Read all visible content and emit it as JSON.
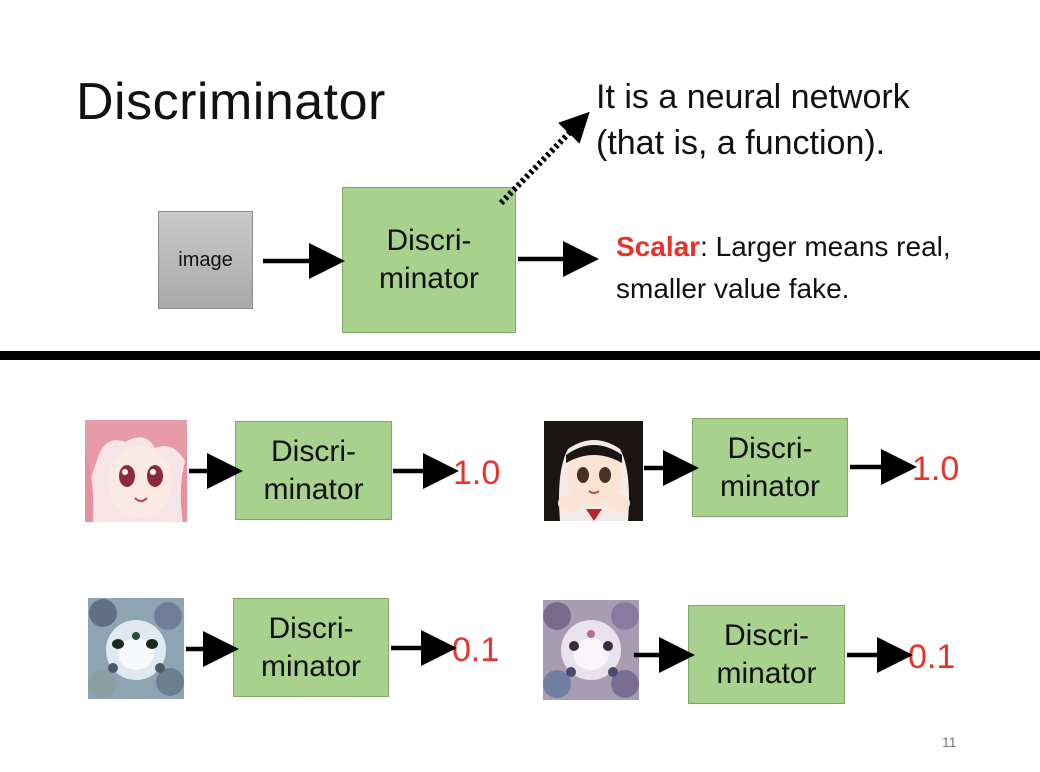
{
  "slide": {
    "title": "Discriminator",
    "note": "It is a neural network\n(that is, a function).",
    "input_label": "image",
    "disc_label": "Discri-\nminator",
    "scalar_keyword": "Scalar",
    "scalar_text_1": ": Larger means real,",
    "scalar_text_2": "smaller value fake.",
    "page_number": "11"
  },
  "examples": [
    {
      "score": "1.0",
      "image": "anime-face-pink-hair-icon"
    },
    {
      "score": "1.0",
      "image": "anime-face-black-hair-icon"
    },
    {
      "score": "0.1",
      "image": "noisy-generated-face-icon"
    },
    {
      "score": "0.1",
      "image": "noisy-generated-face-icon"
    }
  ],
  "colors": {
    "discriminator_fill": "#a9d18e",
    "score_red": "#e8332a",
    "image_box_gray": "#b8b8b8"
  }
}
